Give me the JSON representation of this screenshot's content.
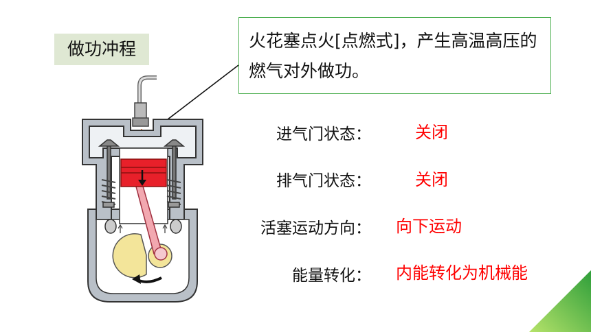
{
  "title": "做功冲程",
  "callout": "火花塞点火[点燃式]，产生高温高压的燃气对外做功。",
  "rows": [
    {
      "label": "进气门状态：",
      "value": "关闭"
    },
    {
      "label": "排气门状态：",
      "value": "关闭"
    },
    {
      "label": "活塞运动方向：",
      "value": "向下运动"
    },
    {
      "label": "能量转化：",
      "value": "内能转化为机械能"
    }
  ],
  "colors": {
    "accent_green": "#4caf50",
    "title_bg": "#dfe8d3",
    "value_red": "#ff0000",
    "piston_red": "#e8202a",
    "gear_yellow": "#f3e59a"
  }
}
